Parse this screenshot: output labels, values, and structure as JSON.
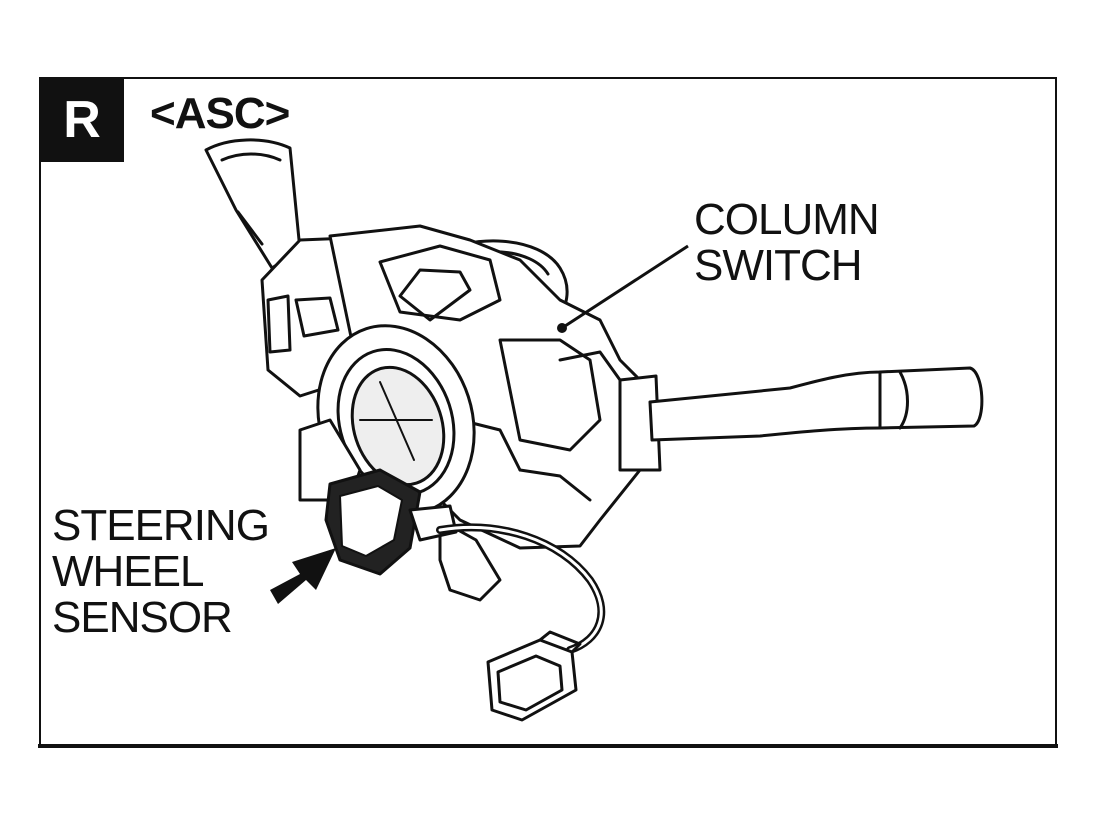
{
  "badge": {
    "text": "R"
  },
  "variant_label": "<ASC>",
  "callouts": {
    "column_switch": {
      "line1": "COLUMN",
      "line2": "SWITCH"
    },
    "steering_wheel_sensor": {
      "line1": "STEERING",
      "line2": "WHEEL",
      "line3": "SENSOR"
    }
  },
  "colors": {
    "ink": "#111111",
    "paper": "#ffffff",
    "badge_bg": "#111111"
  }
}
